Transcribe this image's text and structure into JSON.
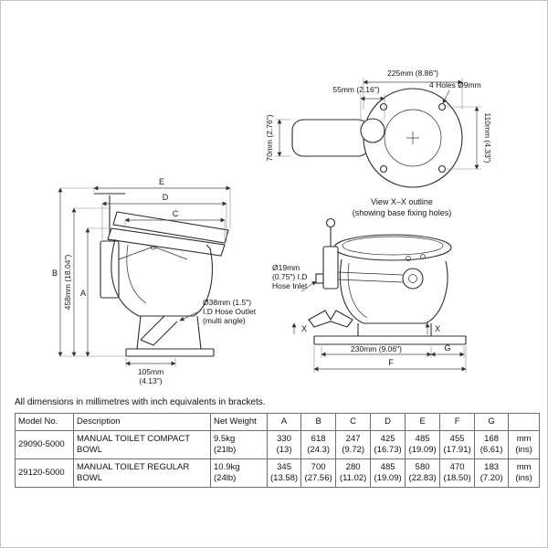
{
  "note": "All dimensions in millimetres with inch equivalents in brackets.",
  "top_view": {
    "dim_width": "225mm (8.86\")",
    "dim_neck": "55mm (2.16\")",
    "holes_note": "4 Holes Ø9mm",
    "dim_height_left": "70mm (2.76\")",
    "dim_height_right": "110mm (4.33\")",
    "caption_line1": "View X–X outline",
    "caption_line2": "(showing base fixing holes)"
  },
  "side_view": {
    "dim_e": "E",
    "dim_d": "D",
    "dim_c": "C",
    "dim_b": "B",
    "dim_a": "A",
    "dim_height": "458mm (18.04\")",
    "outlet_line1": "Ø38mm (1.5\")",
    "outlet_line2": "I.D Hose Outlet",
    "outlet_line3": "(multi angle)",
    "dim_base_line1": "105mm",
    "dim_base_line2": "(4.13\")"
  },
  "rear_view": {
    "inlet_line1": "Ø19mm",
    "inlet_line2": "(0.75\") I.D",
    "inlet_line3": "Hose Inlet",
    "section_left": "X",
    "section_right": "X",
    "dim_base": "230mm (9.06\")",
    "dim_g": "G",
    "dim_f": "F"
  },
  "table": {
    "headers": [
      "Model No.",
      "Description",
      "Net Weight",
      "A",
      "B",
      "C",
      "D",
      "E",
      "F",
      "G",
      ""
    ],
    "rows": [
      {
        "model": "29090-5000",
        "description": "MANUAL TOILET COMPACT BOWL",
        "weight": [
          "9.5kg",
          "(21lb)"
        ],
        "values": [
          [
            "330",
            "(13)"
          ],
          [
            "618",
            "(24.3)"
          ],
          [
            "247",
            "(9.72)"
          ],
          [
            "425",
            "(16.73)"
          ],
          [
            "485",
            "(19.09)"
          ],
          [
            "455",
            "(17.91)"
          ],
          [
            "168",
            "(6.61)"
          ]
        ],
        "unit": [
          "mm",
          "(ins)"
        ]
      },
      {
        "model": "29120-5000",
        "description": "MANUAL TOILET REGULAR BOWL",
        "weight": [
          "10.9kg",
          "(24lb)"
        ],
        "values": [
          [
            "345",
            "(13.58)"
          ],
          [
            "700",
            "(27.56)"
          ],
          [
            "280",
            "(11.02)"
          ],
          [
            "485",
            "(19.09)"
          ],
          [
            "580",
            "(22.83)"
          ],
          [
            "470",
            "(18.50)"
          ],
          [
            "183",
            "(7.20)"
          ]
        ],
        "unit": [
          "mm",
          "(ins)"
        ]
      }
    ]
  }
}
